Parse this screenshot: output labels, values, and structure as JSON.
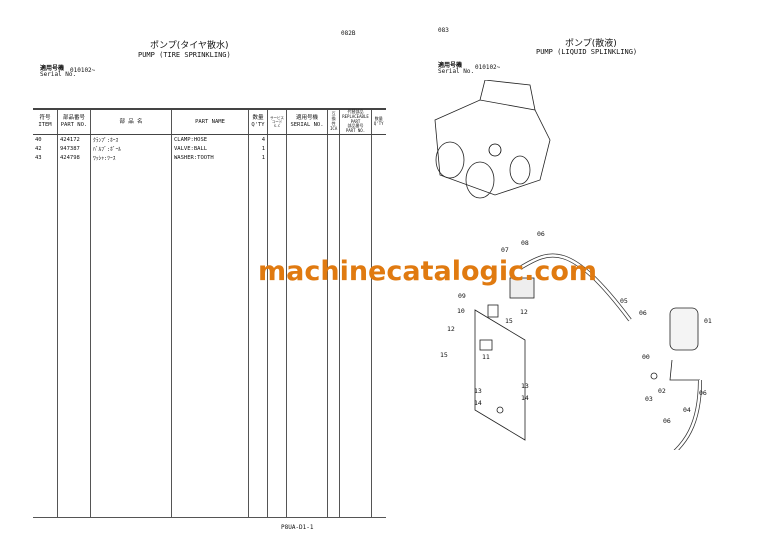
{
  "left_page": {
    "page_no": "082B",
    "title_jp": "ポンプ(タイヤ散水)",
    "title_en": "PUMP (TIRE SPRINKLING)",
    "serial_label_jp": "適用号機",
    "serial_label_en": "Serial No.",
    "serial_value": "010102~",
    "headers": {
      "item_jp": "符号",
      "item": "ITEM",
      "part_no_jp": "部品番号",
      "part_no": "PART NO.",
      "name_jp": "部 品 名",
      "part_name": "PART NAME",
      "qty_jp": "数量",
      "qty": "Q'TY",
      "sc_jp": "サービスコード",
      "sc": "S.C",
      "serial_jp": "適用号機",
      "serial": "SERIAL NO.",
      "ica_jp": "互換性",
      "ica": "ICA",
      "repl_jp": "代替部品",
      "repl": "REPLACEABLE PART",
      "repl_no_jp": "部品番号",
      "repl_no": "PART NO.",
      "repl_qty_jp": "数量",
      "repl_qty": "Q'TY"
    },
    "rows": [
      {
        "item": "40",
        "part_no": "424172",
        "name_jp": "ｸﾗﾝﾌﾟ:ﾎｰｽ",
        "part_name": "CLAMP:HOSE",
        "qty": "4"
      },
      {
        "item": "42",
        "part_no": "947387",
        "name_jp": "ﾊﾞﾙﾌﾞ:ﾎﾞｰﾙ",
        "part_name": "VALVE:BALL",
        "qty": "1"
      },
      {
        "item": "43",
        "part_no": "424798",
        "name_jp": "ﾜｯｼｬ:ﾂｰｽ",
        "part_name": "WASHER:TOOTH",
        "qty": "1"
      }
    ],
    "footer": "P8UA-D1-1"
  },
  "right_page": {
    "page_no": "083",
    "title_jp": "ポンプ(散液)",
    "title_en": "PUMP (LIQUID SPLINKLING)",
    "serial_label_jp": "適用号機",
    "serial_label_en": "Serial No.",
    "serial_value": "010102~",
    "callouts": [
      "06",
      "08",
      "07",
      "09",
      "10",
      "12",
      "15",
      "12",
      "11",
      "15",
      "05",
      "06",
      "01",
      "00",
      "13",
      "13",
      "14",
      "14",
      "02",
      "03",
      "06",
      "04",
      "06"
    ]
  },
  "watermark": "machinecatalogic.com"
}
